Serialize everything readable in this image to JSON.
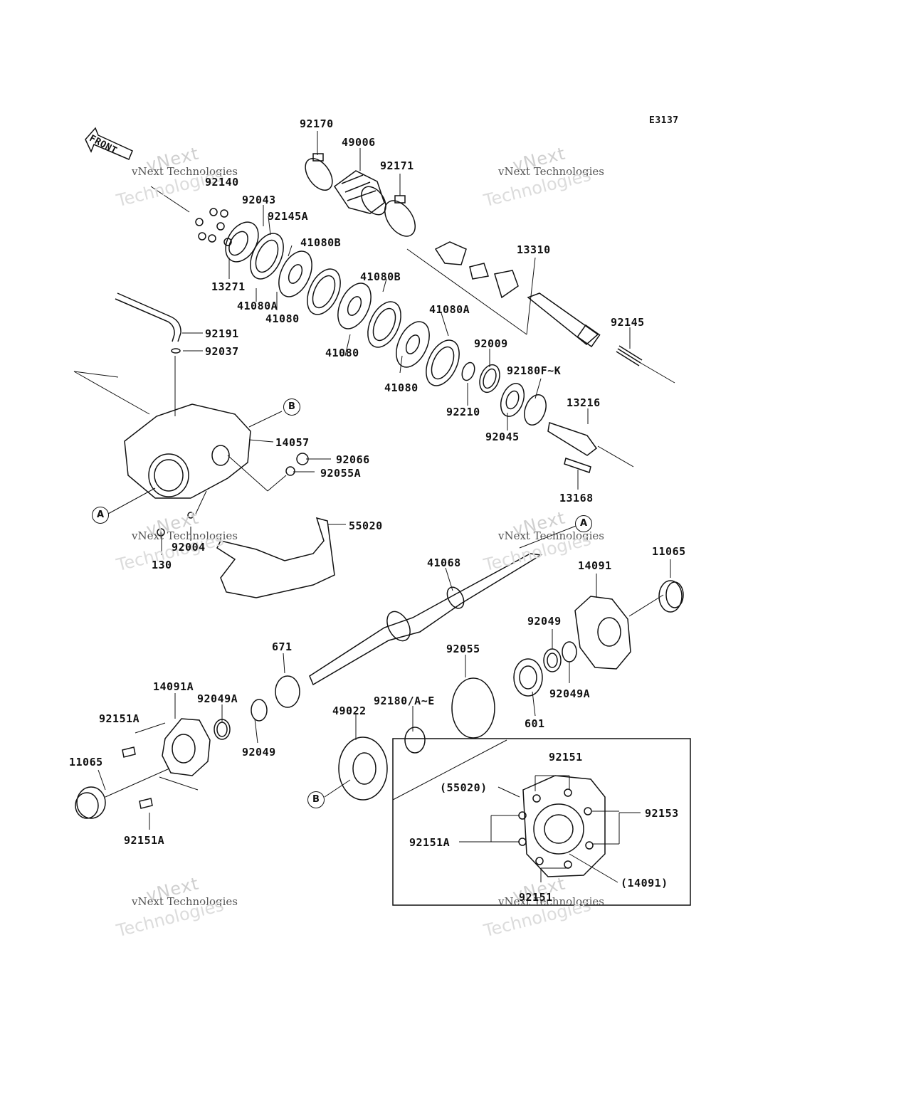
{
  "diagram_code": "E3137",
  "front_label": "FRONT",
  "callouts": {
    "A": "A",
    "B": "B"
  },
  "watermark": {
    "line1": "vNext Technologies",
    "line2": "vNext",
    "line3": "Technologies"
  },
  "parts": {
    "p92170": "92170",
    "p49006": "49006",
    "p92171": "92171",
    "p92140": "92140",
    "p92043": "92043",
    "p92145A": "92145A",
    "p41080B_a": "41080B",
    "p41080B_b": "41080B",
    "p13271": "13271",
    "p41080A_a": "41080A",
    "p41080_a": "41080",
    "p41080_b": "41080",
    "p41080_c": "41080",
    "p41080A_b": "41080A",
    "p13310": "13310",
    "p92145": "92145",
    "p92009": "92009",
    "p92180FK": "92180F~K",
    "p92210": "92210",
    "p92045": "92045",
    "p13216": "13216",
    "p13168": "13168",
    "p92191": "92191",
    "p92037": "92037",
    "p14057": "14057",
    "p92066": "92066",
    "p92055A": "92055A",
    "p55020": "55020",
    "p92004": "92004",
    "p130": "130",
    "p41068": "41068",
    "p14091": "14091",
    "p11065_a": "11065",
    "p92049_a": "92049",
    "p92049A_a": "92049A",
    "p601": "601",
    "p92055": "92055",
    "p671": "671",
    "p14091A": "14091A",
    "p92049A_b": "92049A",
    "p92151A_a": "92151A",
    "p11065_b": "11065",
    "p92049_b": "92049",
    "p49022": "49022",
    "p92180AE": "92180/A~E",
    "p92151A_b": "92151A",
    "p92151_a": "92151",
    "p55020_ref": "(55020)",
    "p92153": "92153",
    "p92151A_c": "92151A",
    "p14091_ref": "(14091)",
    "p92151_b": "92151"
  }
}
